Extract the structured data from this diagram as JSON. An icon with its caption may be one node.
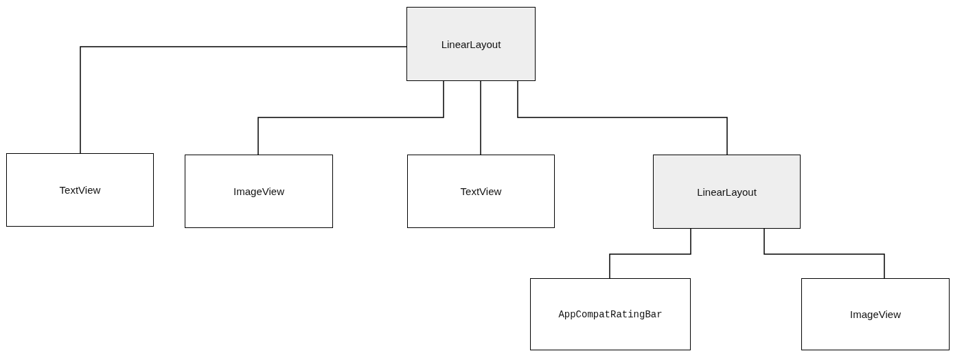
{
  "diagram": {
    "nodes": [
      {
        "text": [
          "LinearLayout"
        ]
      },
      {
        "text": [
          "TextView"
        ]
      },
      {
        "text": [
          "ImageView"
        ]
      },
      {
        "text": [
          "TextView"
        ]
      },
      {
        "text": [
          "LinearLayout"
        ]
      },
      {
        "text": [
          "AppCompatRatingBar"
        ]
      },
      {
        "text": [
          "ImageView"
        ]
      }
    ],
    "edges": [
      {
        "from": 0,
        "to": 1,
        "arrow": "none"
      },
      {
        "from": 0,
        "to": 2,
        "arrow": "none"
      },
      {
        "from": 0,
        "to": 3,
        "arrow": "none"
      },
      {
        "from": 0,
        "to": 4,
        "arrow": "none"
      },
      {
        "from": 4,
        "to": 5,
        "arrow": "none"
      },
      {
        "from": 4,
        "to": 6,
        "arrow": "none"
      }
    ]
  }
}
